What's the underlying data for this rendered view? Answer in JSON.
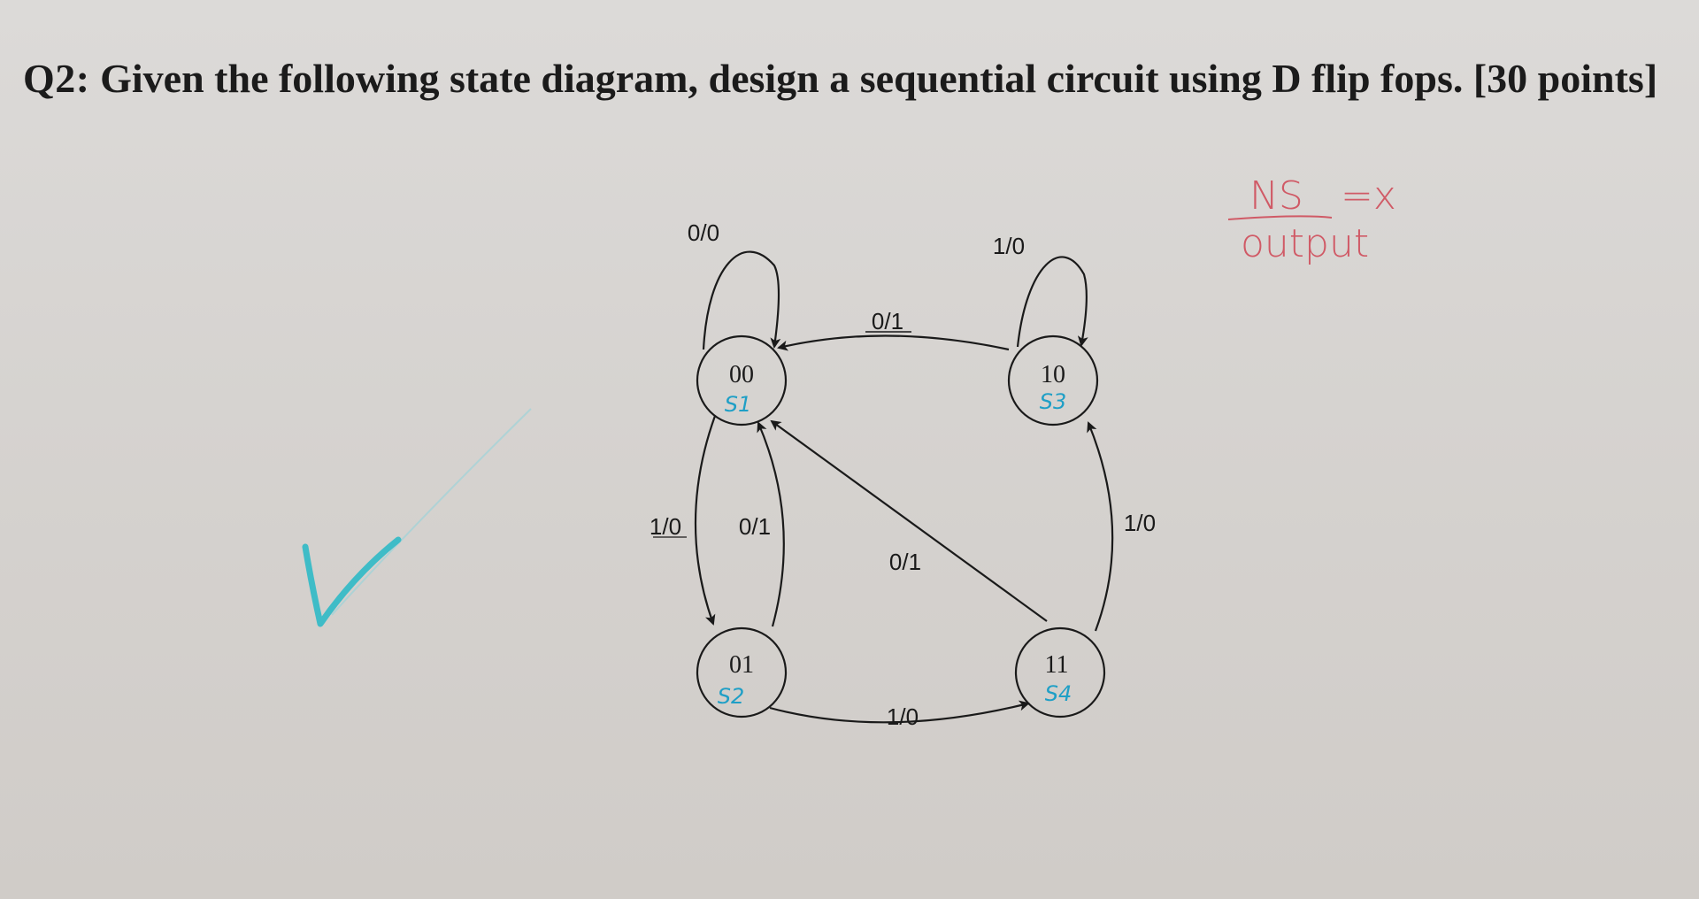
{
  "question": {
    "label": "Q2:",
    "text": "Given the following state diagram, design a sequential circuit using D flip fops. [30 points]"
  },
  "states": [
    {
      "id": "S1",
      "code": "00",
      "name": "S1"
    },
    {
      "id": "S2",
      "code": "01",
      "name": "S2"
    },
    {
      "id": "S3",
      "code": "10",
      "name": "S3"
    },
    {
      "id": "S4",
      "code": "11",
      "name": "S4"
    }
  ],
  "transitions": [
    {
      "from": "S1",
      "to": "S1",
      "label": "0/0"
    },
    {
      "from": "S3",
      "to": "S3",
      "label": "1/0"
    },
    {
      "from": "S3",
      "to": "S1",
      "label": "0/1"
    },
    {
      "from": "S1",
      "to": "S2",
      "label": "1/0"
    },
    {
      "from": "S2",
      "to": "S1",
      "label": "0/1"
    },
    {
      "from": "S4",
      "to": "S1",
      "label": "0/1"
    },
    {
      "from": "S4",
      "to": "S3",
      "label": "1/0"
    },
    {
      "from": "S2",
      "to": "S4",
      "label": "1/0"
    }
  ],
  "handwritten_note": {
    "numerator": "NS",
    "equals": "=x",
    "denominator": "output"
  },
  "colors": {
    "ink_blue": "#1f9fc6",
    "ink_red": "#d05a66",
    "check_teal": "#3fbcc7"
  },
  "icons": {
    "check": "checkmark-icon"
  }
}
